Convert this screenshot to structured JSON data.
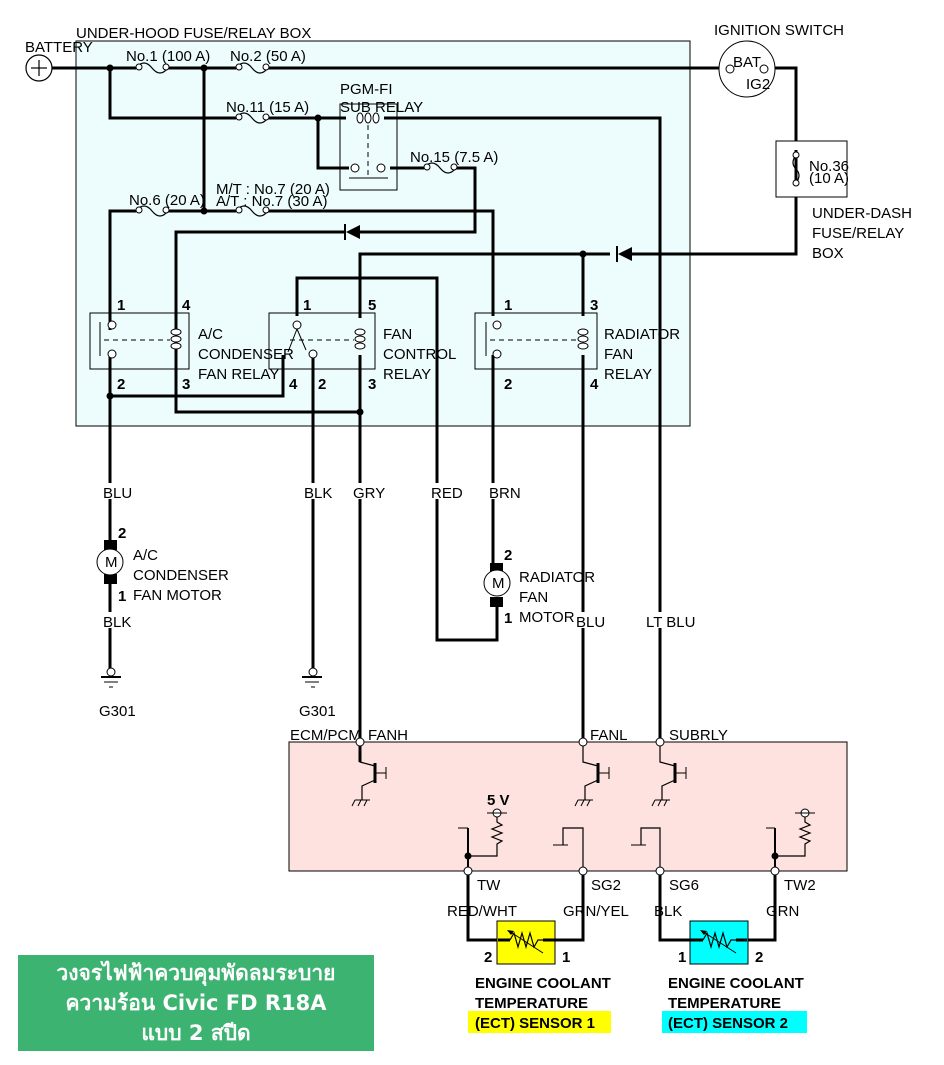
{
  "title": {
    "lines": [
      "วงจรไฟฟ้าควบคุมพัดลมระบาย",
      "ความร้อน Civic FD R18A",
      "แบบ 2 สปีด"
    ],
    "background_color": "#3cb371"
  },
  "colors": {
    "fuse_box_fill": "#edfcfd",
    "ecm_fill": "#fde2df",
    "sensor1_fill": "#ffff00",
    "sensor2_fill": "#00ffff",
    "wire": "#000000"
  },
  "components": {
    "battery": "BATTERY",
    "underhood_box": "UNDER-HOOD FUSE/RELAY BOX",
    "ignition_switch": "IGNITION SWITCH",
    "ign_bat": "BAT",
    "ign_ig2": "IG2",
    "underdash_box": [
      "UNDER-DASH",
      "FUSE/RELAY",
      "BOX"
    ],
    "pgmfi_relay": [
      "PGM-FI",
      "SUB RELAY"
    ],
    "ac_relay": [
      "A/C",
      "CONDENSER",
      "FAN RELAY"
    ],
    "fan_control_relay": [
      "FAN",
      "CONTROL",
      "RELAY"
    ],
    "radiator_relay": [
      "RADIATOR",
      "FAN",
      "RELAY"
    ],
    "ac_motor": [
      "A/C",
      "CONDENSER",
      "FAN MOTOR"
    ],
    "radiator_motor": [
      "RADIATOR",
      "FAN",
      "MOTOR"
    ],
    "motor_symbol": "M",
    "ground": "G301",
    "ecm": "ECM/PCM",
    "five_volt": "5 V",
    "ect1": [
      "ENGINE COOLANT",
      "TEMPERATURE",
      "(ECT) SENSOR 1"
    ],
    "ect2": [
      "ENGINE COOLANT",
      "TEMPERATURE",
      "(ECT) SENSOR 2"
    ]
  },
  "fuses": {
    "f1": "No.1 (100 A)",
    "f2": "No.2 (50 A)",
    "f11": "No.11 (15 A)",
    "f15": "No.15 (7.5 A)",
    "f6": "No.6 (20 A)",
    "f7_mt": "M/T : No.7 (20 A)",
    "f7_at": "A/T : No.7 (30 A)",
    "f36": [
      "No.36",
      "(10 A)"
    ]
  },
  "pins": {
    "ac_relay": [
      "1",
      "4",
      "2",
      "3"
    ],
    "fan_control_relay": [
      "1",
      "5",
      "4",
      "2",
      "3"
    ],
    "radiator_relay": [
      "1",
      "3",
      "2",
      "4"
    ],
    "ac_motor": [
      "2",
      "1"
    ],
    "radiator_motor": [
      "2",
      "1"
    ],
    "ect1": [
      "2",
      "1"
    ],
    "ect2": [
      "1",
      "2"
    ]
  },
  "wire_colors": {
    "ac_blu": "BLU",
    "ac_blk": "BLK",
    "fc_blk": "BLK",
    "gry": "GRY",
    "red": "RED",
    "brn": "BRN",
    "blu": "BLU",
    "ltblu": "LT BLU",
    "red_wht": "RED/WHT",
    "grn_yel": "GRN/YEL",
    "blk2": "BLK",
    "grn": "GRN"
  },
  "ecm_terminals": {
    "fanh": "FANH",
    "fanl": "FANL",
    "subrly": "SUBRLY",
    "tw": "TW",
    "sg2": "SG2",
    "sg6": "SG6",
    "tw2": "TW2"
  }
}
